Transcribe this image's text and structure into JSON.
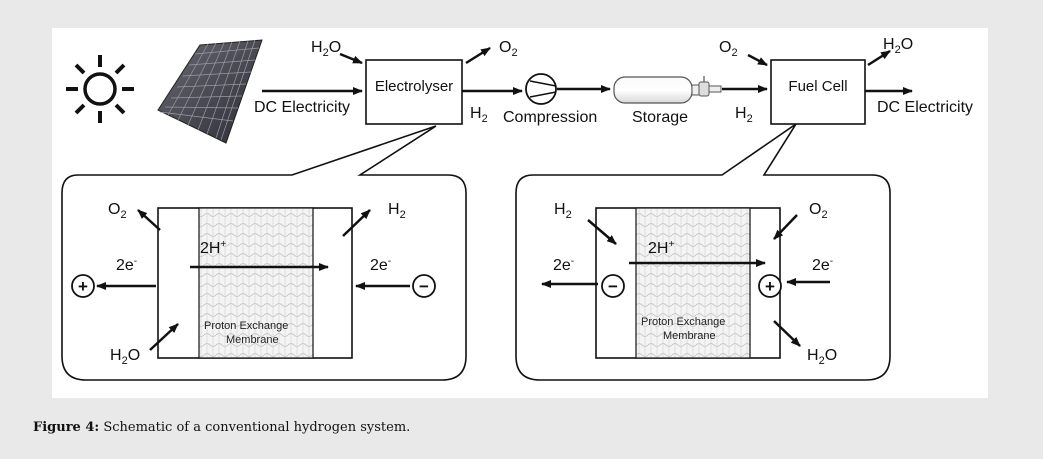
{
  "diagram": {
    "top": {
      "h2o_in": "H",
      "h2o_in_sub": "2",
      "h2o_in_tail": "O",
      "dc_in": "DC Electricity",
      "electrolyser": "Electrolyser",
      "o2_out": "O",
      "o2_out_sub": "2",
      "h2_mid": "H",
      "h2_mid_sub": "2",
      "compression": "Compression",
      "storage": "Storage",
      "o2_in": "O",
      "o2_in_sub": "2",
      "h2_in": "H",
      "h2_in_sub": "2",
      "fuel_cell": "Fuel Cell",
      "h2o_out": "H",
      "h2o_out_sub": "2",
      "h2o_out_tail": "O",
      "dc_out": "DC Electricity"
    },
    "electrolyser_detail": {
      "o2": "O",
      "o2_sub": "2",
      "h2": "H",
      "h2_sub": "2",
      "ion": "2H",
      "ion_sup": "+",
      "e_left": "2e",
      "e_left_sup": "-",
      "e_right": "2e",
      "e_right_sup": "-",
      "plus": "+",
      "minus": "−",
      "membrane_line1": "Proton Exchange",
      "membrane_line2": "Membrane",
      "h2o": "H",
      "h2o_sub": "2",
      "h2o_tail": "O"
    },
    "fuelcell_detail": {
      "h2": "H",
      "h2_sub": "2",
      "o2": "O",
      "o2_sub": "2",
      "ion": "2H",
      "ion_sup": "+",
      "e_left": "2e",
      "e_left_sup": "-",
      "e_right": "2e",
      "e_right_sup": "-",
      "minus": "−",
      "plus": "+",
      "membrane_line1": "Proton Exchange",
      "membrane_line2": "Membrane",
      "h2o": "H",
      "h2o_sub": "2",
      "h2o_tail": "O"
    }
  },
  "caption": {
    "label": "Figure 4:",
    "text": " Schematic of a conventional hydrogen system."
  }
}
